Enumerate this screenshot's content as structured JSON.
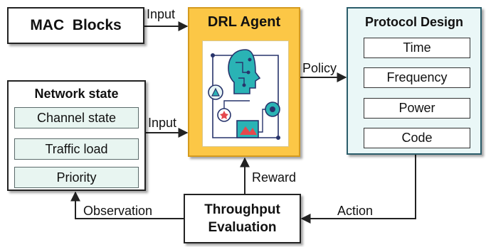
{
  "mac_blocks": {
    "label": "MAC  Blocks"
  },
  "drl_agent": {
    "title": "DRL Agent"
  },
  "network_state": {
    "title": "Network state",
    "items": [
      "Channel state",
      "Traffic load",
      "Priority"
    ]
  },
  "protocol_design": {
    "title": "Protocol Design",
    "items": [
      "Time",
      "Frequency",
      "Power",
      "Code"
    ]
  },
  "throughput": {
    "line1": "Throughput",
    "line2": "Evaluation"
  },
  "edges": {
    "input_top": "Input",
    "input_mid": "Input",
    "policy": "Policy",
    "reward": "Reward",
    "action": "Action",
    "observation": "Observation"
  },
  "colors": {
    "agent_fill": "#fcc746",
    "agent_border": "#d59b1f",
    "network_item_fill": "#e8f5f1",
    "protocol_fill": "#eaf7f7",
    "protocol_border": "#2b5d6a",
    "icon_teal": "#2ab3b5",
    "icon_navy": "#27336b",
    "icon_red": "#e5484d"
  }
}
